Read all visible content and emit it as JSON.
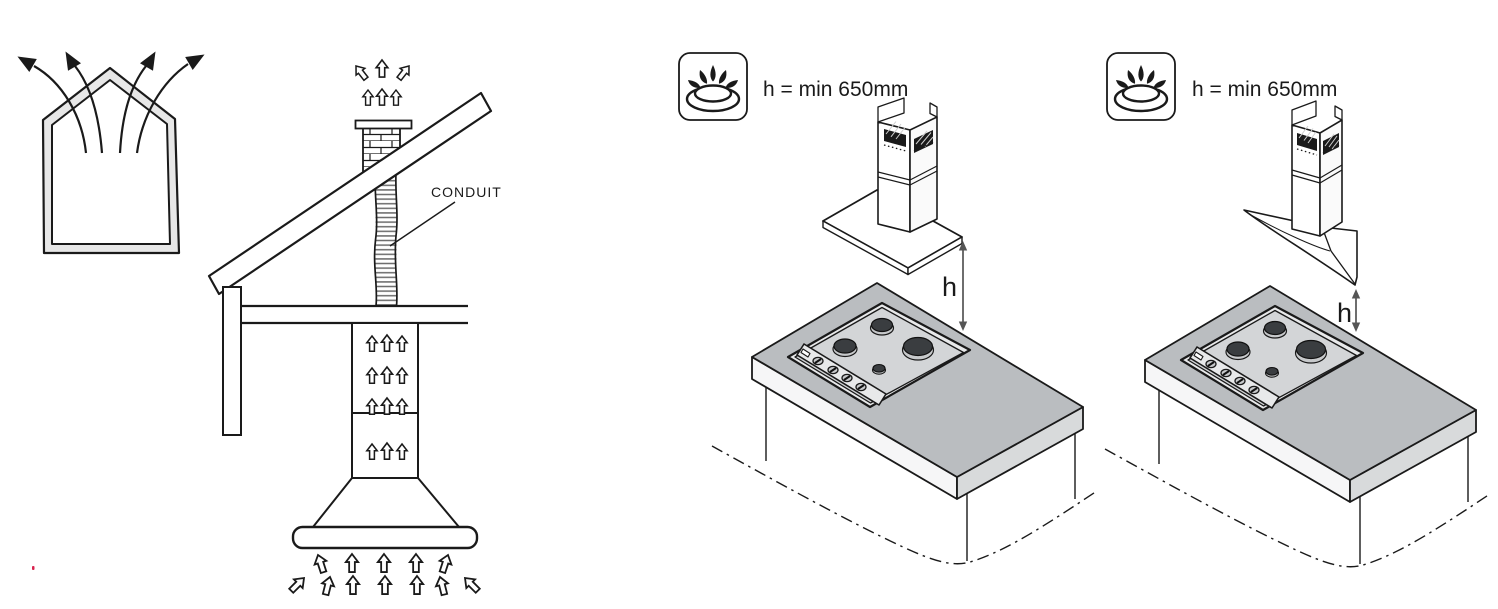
{
  "figure": {
    "description_labels": {
      "left": {
        "conduit_label": "CONDUIT"
      },
      "middle": {
        "badge_icon": "gas-hob-icon",
        "height_note": "h = min 650mm",
        "dimension_label": "h"
      },
      "right": {
        "badge_icon": "gas-hob-icon",
        "height_note": "h = min 650mm",
        "dimension_label": "h"
      }
    }
  },
  "colors": {
    "line": "#1a1a1a",
    "dim_line": "#555555",
    "wall_fill": "#e7e7e7",
    "countertop_top": "#babdc0",
    "countertop_side": "#d8dadb",
    "countertop_face": "#f6f6f7",
    "hob_frame": "#e8e9ea",
    "hob_surface": "#d3d5d7",
    "burner_ring": "#c7c9cb",
    "burner_cap": "#3a3d40",
    "vent_dark": "#1a1a1a",
    "artifact_red": "#d9234f"
  }
}
